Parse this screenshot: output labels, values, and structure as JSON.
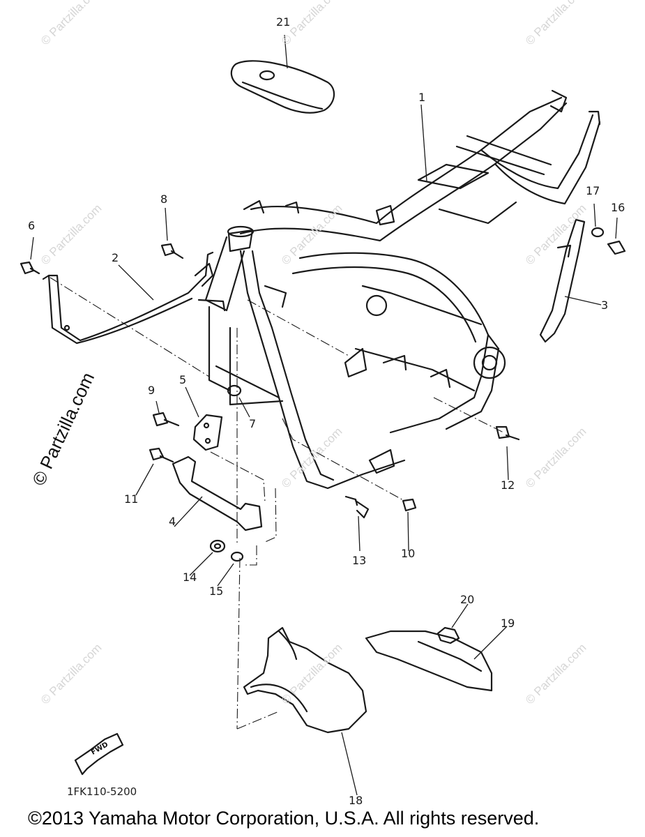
{
  "callouts": [
    "21",
    "1",
    "8",
    "6",
    "2",
    "17",
    "16",
    "3",
    "9",
    "5",
    "7",
    "11",
    "12",
    "4",
    "13",
    "10",
    "14",
    "15",
    "20",
    "19",
    "18"
  ],
  "watermark_small": "© Partzilla.com",
  "watermark_large": "© Partzilla.com",
  "fwd_label": "FWD",
  "diagram_code": "1FK110-5200",
  "copyright": "©2013  Yamaha Motor Corporation, U.S.A. All rights reserved."
}
